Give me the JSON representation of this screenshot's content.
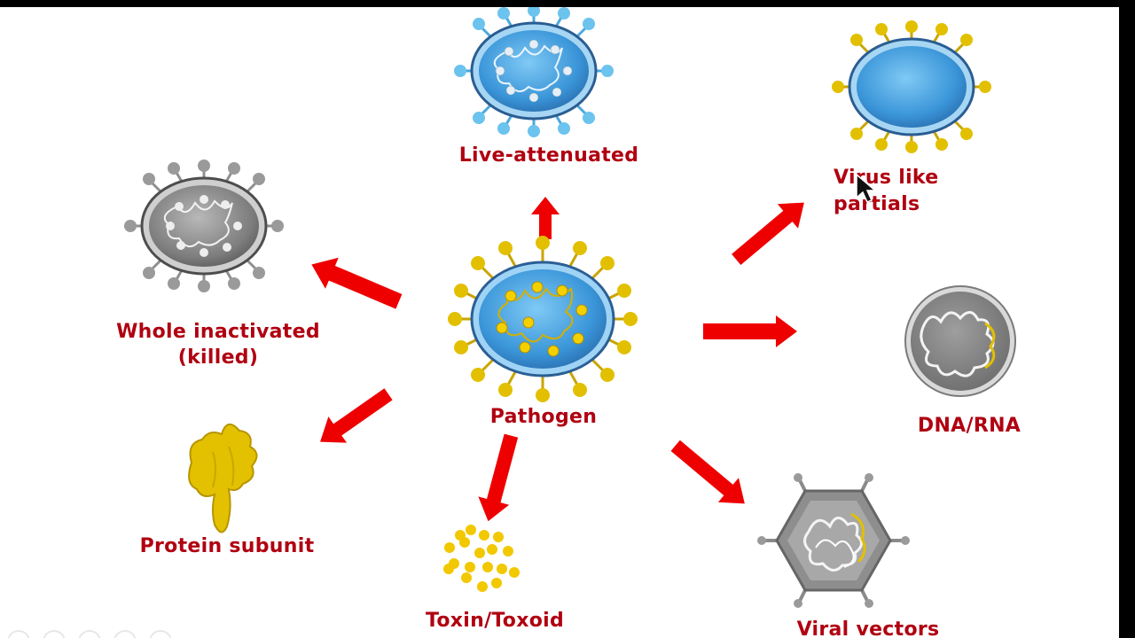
{
  "labels": {
    "center": "Pathogen",
    "live": "Live-attenuated",
    "vlp_line1": "Virus like",
    "vlp_line2": "partials",
    "whole": "Whole inactivated\n(killed)",
    "dna": "DNA/RNA",
    "protein": "Protein subunit",
    "toxin": "Toxin/Toxoid",
    "vectors": "Viral vectors"
  },
  "colors": {
    "label_red": "#b00010",
    "arrow_red": "#ee0000",
    "virus_blue": "#4aa3e0",
    "spike_yellow": "#d4b400",
    "spike_blue": "#5bb8e6",
    "inactivated_gray": "#8a8a8a"
  },
  "icons": [
    "pathogen-virus-icon",
    "live-attenuated-virus-icon",
    "virus-like-particle-icon",
    "inactivated-virus-icon",
    "dna-rna-icon",
    "protein-subunit-icon",
    "toxin-dots-icon",
    "viral-vector-icon",
    "mouse-cursor-icon"
  ]
}
